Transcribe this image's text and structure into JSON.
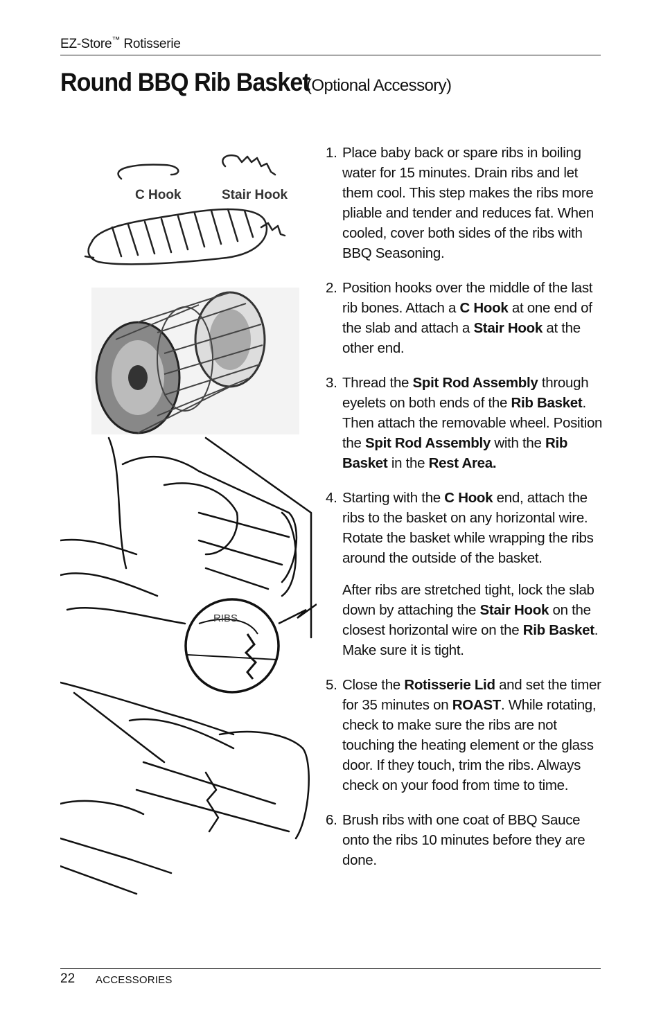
{
  "header": {
    "product": "EZ-Store",
    "tm": "™",
    "product_suffix": " Rotisserie"
  },
  "title": {
    "main": "Round BBQ Rib Basket",
    "sub": "(Optional Accessory)"
  },
  "illustration": {
    "label_c_hook": "C Hook",
    "label_stair_hook": "Stair Hook",
    "label_ribs": "RIBS"
  },
  "steps": [
    {
      "num": "1.",
      "parts": [
        {
          "t": "Place baby back or spare ribs in boiling water for 15 minutes. Drain ribs and let them cool. This step makes the ribs more pliable and tender and reduces fat. When cooled, cover both sides of the ribs with BBQ Seasoning."
        }
      ]
    },
    {
      "num": "2.",
      "parts": [
        {
          "t": "Position hooks over the middle of the last rib bones. Attach a "
        },
        {
          "b": "C Hook"
        },
        {
          "t": " at one end of the slab and attach a "
        },
        {
          "b": "Stair Hook"
        },
        {
          "t": " at the other end."
        }
      ]
    },
    {
      "num": "3.",
      "parts": [
        {
          "t": "Thread the "
        },
        {
          "b": "Spit Rod Assembly"
        },
        {
          "t": " through eyelets on both ends of the "
        },
        {
          "b": "Rib Basket"
        },
        {
          "t": ". Then attach the removable wheel. Position the "
        },
        {
          "b": "Spit Rod Assembly"
        },
        {
          "t": " with the "
        },
        {
          "b": "Rib Basket"
        },
        {
          "t": " in the "
        },
        {
          "b": "Rest Area."
        }
      ]
    },
    {
      "num": "4.",
      "parts": [
        {
          "t": "Starting with the "
        },
        {
          "b": "C Hook"
        },
        {
          "t": " end, attach the ribs to the basket on any horizontal wire. Rotate the basket while wrapping the ribs around the outside of the basket."
        }
      ]
    },
    {
      "num": "",
      "parts": [
        {
          "t": "After ribs are stretched tight, lock the slab down by attaching the "
        },
        {
          "b": "Stair Hook"
        },
        {
          "t": " on the closest horizontal wire on the "
        },
        {
          "b": "Rib Basket"
        },
        {
          "t": ". Make sure it is tight."
        }
      ]
    },
    {
      "num": "5.",
      "parts": [
        {
          "t": "Close the "
        },
        {
          "b": "Rotisserie Lid"
        },
        {
          "t": " and set the timer for 35 minutes on "
        },
        {
          "b": "ROAST"
        },
        {
          "t": ".  While rotating, check to make sure the ribs are not touching the heating element or the glass door. If they touch, trim the ribs. Always check on your food from time to time."
        }
      ]
    },
    {
      "num": "6.",
      "parts": [
        {
          "t": "Brush ribs with one coat of BBQ Sauce onto the ribs 10 minutes before they are done."
        }
      ]
    }
  ],
  "footer": {
    "page_number": "22",
    "section": "ACCESSORIES"
  }
}
